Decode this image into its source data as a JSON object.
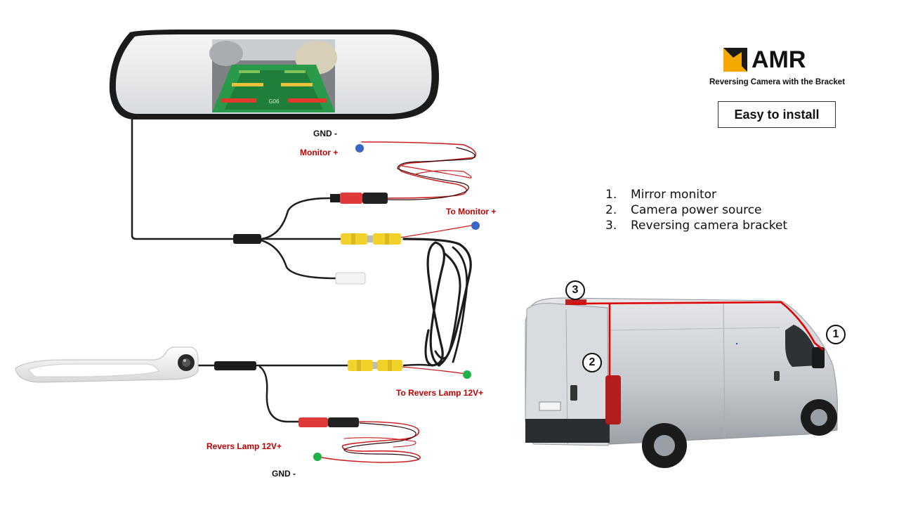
{
  "brand": {
    "name": "AMR",
    "tagline": "Reversing Camera with the Bracket",
    "badge": "Easy to install",
    "colors": {
      "logo_orange": "#f5a800",
      "logo_dark": "#1a1a1a"
    }
  },
  "legend": {
    "items": [
      {
        "number": "1.",
        "label": "Mirror monitor"
      },
      {
        "number": "2.",
        "label": "Camera power source"
      },
      {
        "number": "3.",
        "label": "Reversing camera bracket"
      }
    ]
  },
  "wiring_labels": {
    "gnd_top": "GND -",
    "monitor_plus": "Monitor +",
    "to_monitor_plus": "To Monitor +",
    "to_revers_lamp": "To Revers Lamp 12V+",
    "revers_lamp": "Revers Lamp 12V+",
    "gnd_bottom": "GND -"
  },
  "markers": {
    "m1": "1",
    "m2": "2",
    "m3": "3"
  },
  "screen": {
    "plate_text": "G06"
  },
  "colors": {
    "wire_red": "#cc1f1f",
    "wire_black": "#1c1c1c",
    "label_red": "#c00000",
    "dot_blue": "#3a66c4",
    "dot_green": "#1fb14a",
    "connector_yellow": "#f2d22a",
    "connector_red": "#e0393b",
    "van_body": "#cfd2d6",
    "van_outline_red": "#e00000"
  }
}
